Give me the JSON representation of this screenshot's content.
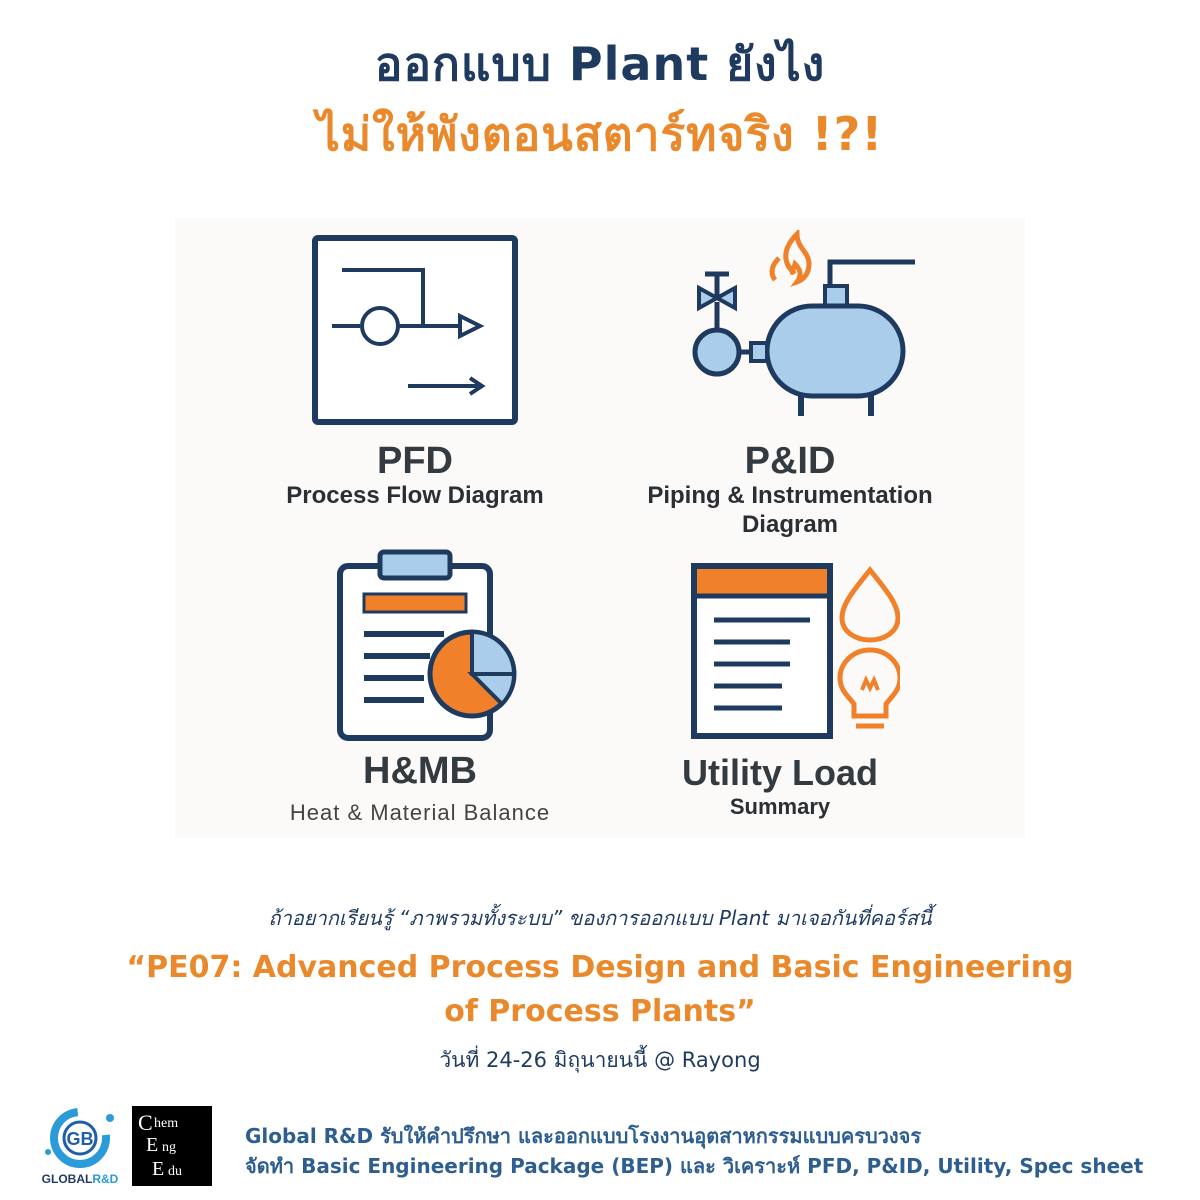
{
  "header": {
    "line1": "ออกแบบ Plant ยังไง",
    "line2": "ไม่ให้พังตอนสตาร์ทจริง !?!"
  },
  "cards": [
    {
      "name": "PFD",
      "subtitle": "Process Flow Diagram",
      "icon": "process-flow-diagram-icon"
    },
    {
      "name": "P&ID",
      "subtitle_line1": "Piping & Instrumentation",
      "subtitle_line2": "Diagram",
      "icon": "pressure-vessel-icon"
    },
    {
      "name": "H&MB",
      "subtitle": "Heat & Material Balance",
      "icon": "clipboard-pie-chart-icon"
    },
    {
      "name": "Utility Load",
      "subtitle": "Summary",
      "icon": "utility-document-icon"
    }
  ],
  "promo": {
    "intro": "ถ้าอยากเรียนรู้ “ภาพรวมทั้งระบบ” ของการออกแบบ Plant มาเจอกันที่คอร์สนี้",
    "course_line1": "“PE07: Advanced Process Design and Basic Engineering",
    "course_line2": "of Process Plants”",
    "date": "วันที่ 24-26 มิถุนายนนี้ @ Rayong"
  },
  "footer": {
    "logo1_text_global": "GLOBAL",
    "logo1_text_rd": "R&D",
    "logo1_mark": "GB",
    "logo2_c": "C",
    "logo2_hem": "hem",
    "logo2_e": "E",
    "logo2_ng": "ng",
    "logo2_e2": "E",
    "logo2_du": "du",
    "line1": "Global R&D รับให้คำปรึกษา และออกแบบโรงงานอุตสาหกรรมแบบครบวงจร",
    "line2": "จัดทำ Basic Engineering Package (BEP) และ วิเคราะห์ PFD, P&ID, Utility, Spec sheet"
  },
  "colors": {
    "navy": "#1f3a5f",
    "orange": "#e9892b",
    "light_blue": "#a9cdea",
    "icon_orange": "#f0812a"
  }
}
